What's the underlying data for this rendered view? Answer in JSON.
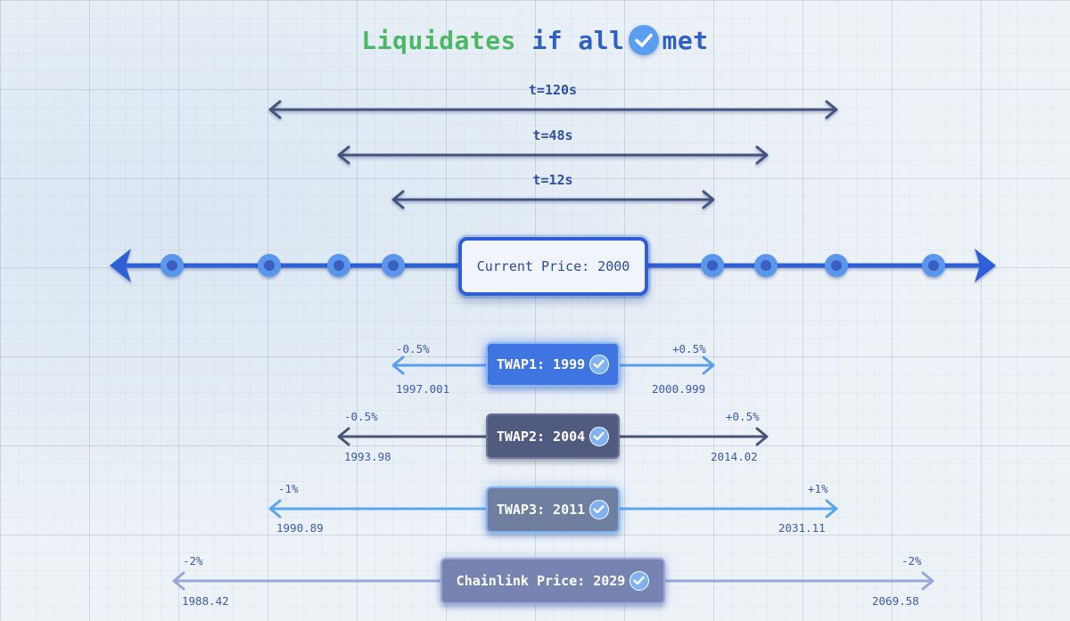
{
  "title": {
    "part1": "Liquidates",
    "part2": "if all",
    "part3": "met",
    "check_icon": "check-circle-icon",
    "colors": {
      "green": "#4cb866",
      "blue": "#2f5fc9"
    }
  },
  "time_windows": [
    {
      "label": "t=120s"
    },
    {
      "label": "t=48s"
    },
    {
      "label": "t=12s"
    }
  ],
  "price_line": {
    "current_label": "Current Price: 2000",
    "accent": "#2e5fd6"
  },
  "rows": [
    {
      "label": "TWAP1: 1999",
      "lower_pct": "-0.5%",
      "upper_pct": "+0.5%",
      "lower_val": "1997.001",
      "upper_val": "2000.999",
      "color": "#5a9ef0"
    },
    {
      "label": "TWAP2: 2004",
      "lower_pct": "-0.5%",
      "upper_pct": "+0.5%",
      "lower_val": "1993.98",
      "upper_val": "2014.02",
      "color": "#4b5578"
    },
    {
      "label": "TWAP3: 2011",
      "lower_pct": "-1%",
      "upper_pct": "+1%",
      "lower_val": "1990.89",
      "upper_val": "2031.11",
      "color": "#5aa6f0"
    },
    {
      "label": "Chainlink Price: 2029",
      "lower_pct": "-2%",
      "upper_pct": "-2%",
      "lower_val": "1988.42",
      "upper_val": "2069.58",
      "color": "#9aa8d8"
    }
  ]
}
